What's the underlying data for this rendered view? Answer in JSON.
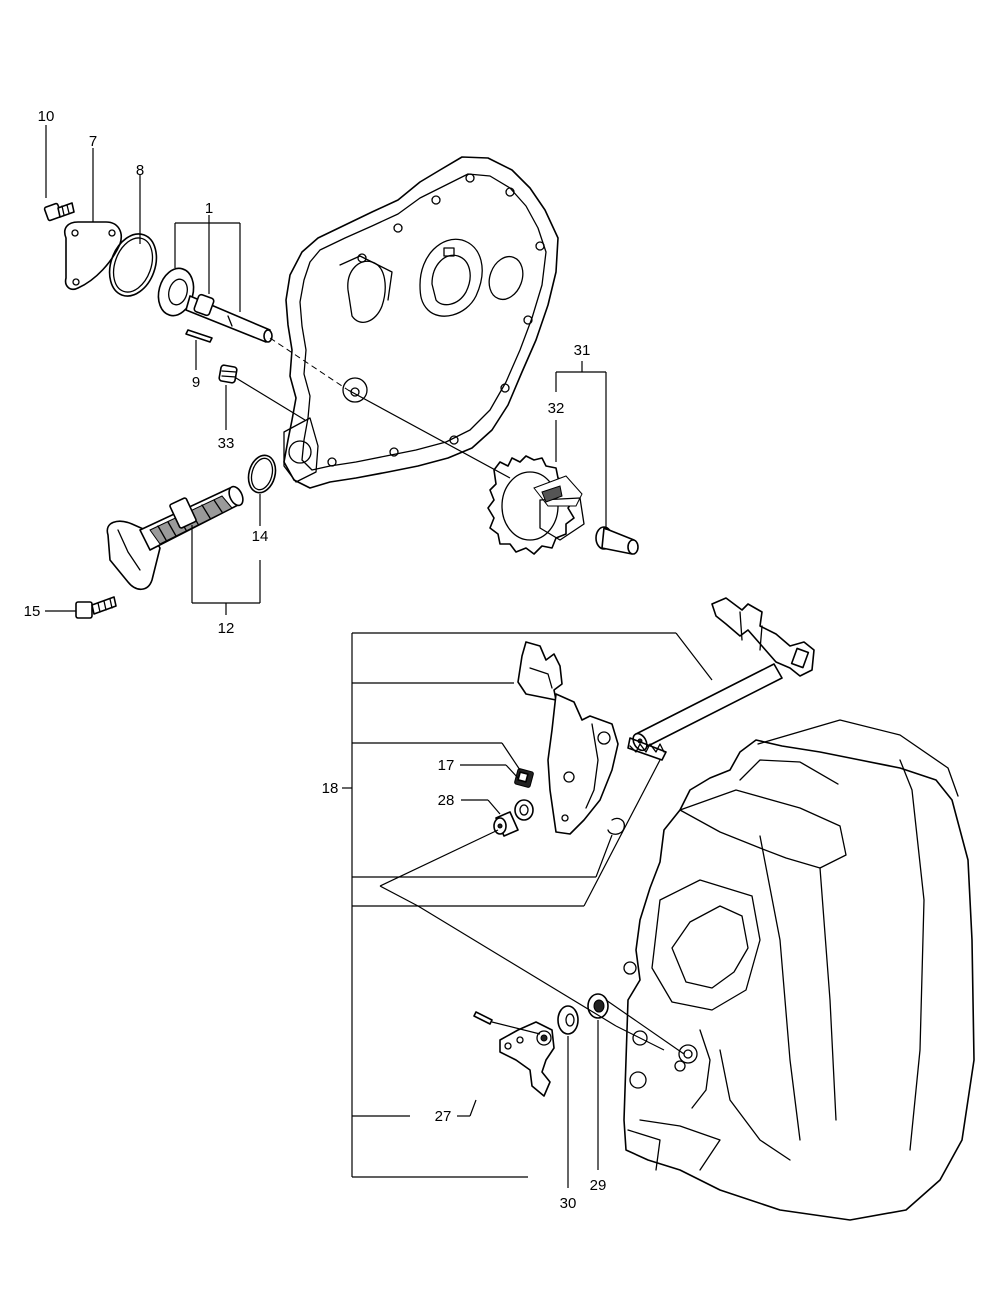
{
  "diagram": {
    "callouts": {
      "p1": "1",
      "p7": "7",
      "p8": "8",
      "p9": "9",
      "p10": "10",
      "p12": "12",
      "p14": "14",
      "p15": "15",
      "p17": "17",
      "p18": "18",
      "p27": "27",
      "p28": "28",
      "p29": "29",
      "p30": "30",
      "p31": "31",
      "p32": "32",
      "p33": "33"
    }
  }
}
